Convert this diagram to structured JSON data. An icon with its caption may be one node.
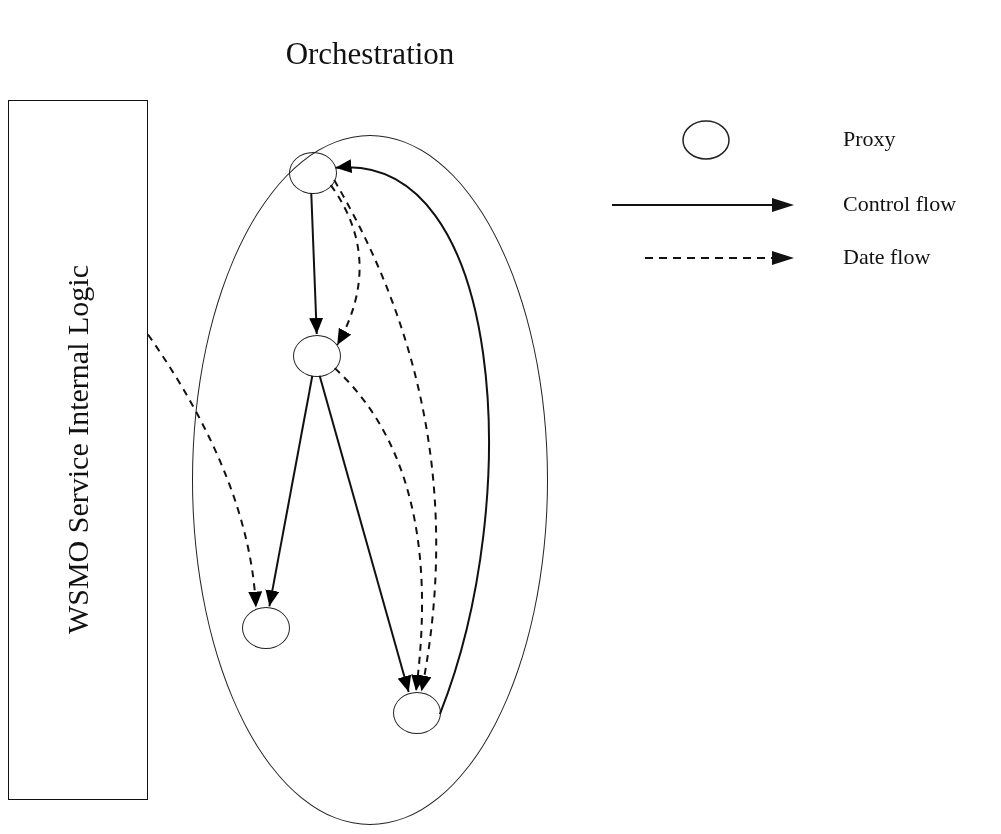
{
  "diagram": {
    "nodes": [
      {
        "text": [
          "Orchestration"
        ]
      },
      {
        "text": [
          "WSMO Service Internal Logic"
        ]
      },
      {
        "text": [],
        "shape": "circle",
        "in": 0
      },
      {
        "text": [],
        "shape": "circle",
        "in": 0
      },
      {
        "text": [],
        "shape": "circle",
        "in": 0
      },
      {
        "text": [],
        "shape": "circle",
        "in": 0
      }
    ],
    "edges": [
      {
        "from": 2,
        "to": 3,
        "arrow": "to"
      },
      {
        "from": 2,
        "to": 3,
        "arrow": "to",
        "style": "dashed"
      },
      {
        "from": 2,
        "to": 5,
        "arrow": "to",
        "style": "dashed"
      },
      {
        "from": 3,
        "to": 4,
        "arrow": "to"
      },
      {
        "from": 3,
        "to": 5,
        "arrow": "to"
      },
      {
        "from": 3,
        "to": 5,
        "arrow": "to",
        "style": "dashed"
      },
      {
        "from": 5,
        "to": 2,
        "arrow": "to"
      },
      {
        "from": 1,
        "to": 4,
        "arrow": "to",
        "style": "dashed"
      }
    ],
    "legend": [
      {
        "text": "Proxy"
      },
      {
        "text": "Control flow"
      },
      {
        "text": "Date flow"
      }
    ]
  }
}
